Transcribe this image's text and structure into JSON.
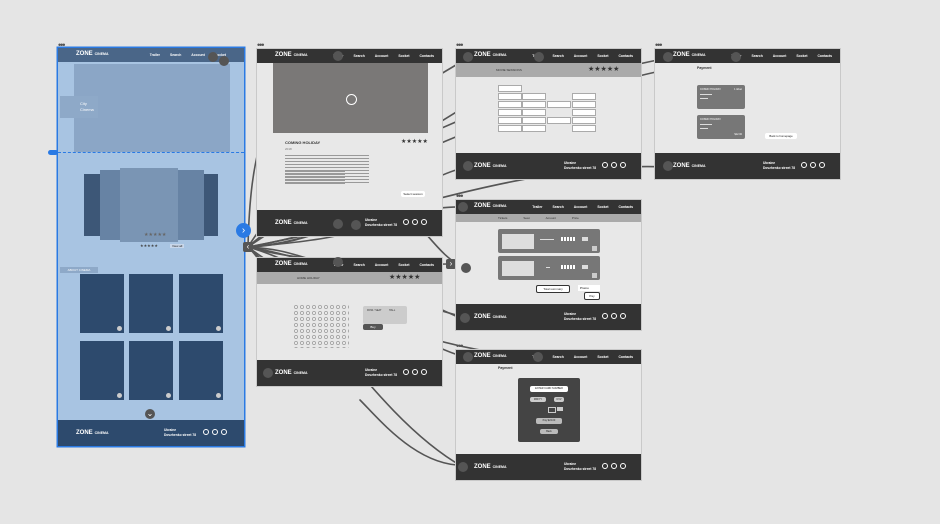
{
  "brand": {
    "name": "ZONE",
    "sub": "CINEMA"
  },
  "nav": [
    "Trailer",
    "Search",
    "Account",
    "Socket",
    "Contacts"
  ],
  "footer": {
    "line1": "Ukraine",
    "line2": "Dovzhenko street 78"
  },
  "home": {
    "city_label": "City",
    "city_value": "Cinema",
    "rating": "★★★★★",
    "small_stars": "★★★★★",
    "more_btn": "View all",
    "section_btn": "ABOUT CINEMA"
  },
  "movie": {
    "title": "COMING HOLIDAY",
    "subtitle": "2018",
    "rating": "★★★★★",
    "select_btn": "Select session"
  },
  "booking": {
    "bar_title": "HOME HOLIDAY",
    "rating": "★★★★★",
    "hall_label": "HALL",
    "seats_label": "ROW / SEAT",
    "buy_btn": "Buy"
  },
  "sessions": {
    "bar_title": "MOVIE SESSIONS",
    "rating": "★★★★★"
  },
  "cart": {
    "tabs": [
      "Tickets",
      "Seat",
      "Amount",
      "Price"
    ],
    "total_btn": "Total summary",
    "pay_btn": "Pay",
    "promo_label": "Promo"
  },
  "payment": {
    "title": "Payment",
    "card1_title": "COSMO HOLIDAY",
    "card1_value": "1 ticket",
    "card2_title": "COSMO HOLIDAY",
    "card2_price": "$12.00",
    "pay_btn": "Back to homepage"
  },
  "checkout": {
    "title": "Payment",
    "form_title": "ENTER CARD NUMBER",
    "btn_a": "MM/YY",
    "btn_b": "CVV",
    "pay_btn": "Pay $24.00",
    "cancel_btn": "Back"
  }
}
